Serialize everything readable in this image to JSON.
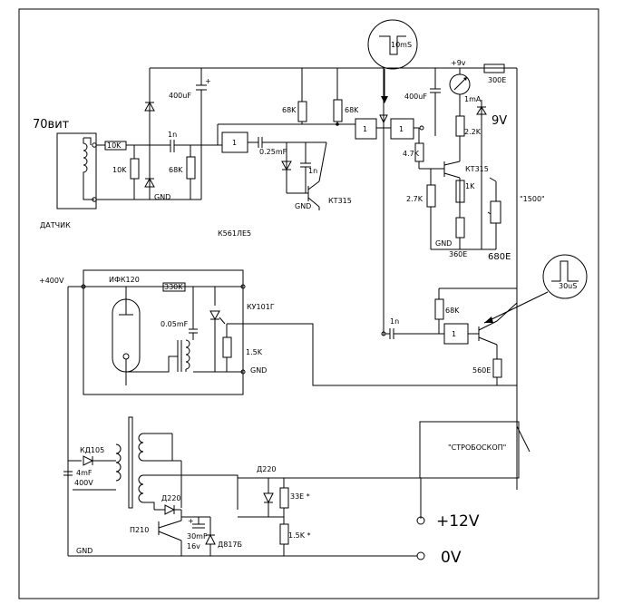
{
  "labels": {
    "sensor_turns": "70вит",
    "sensor": "ДАТЧИК",
    "r_in_series": "10K",
    "r_in_shunt": "10K",
    "c_in": "1n",
    "r_in_bias": "68K",
    "gnd": "GND",
    "c_filter": "400uF",
    "chip": "К561ЛЕ5",
    "inv": "1",
    "r_a": "68K",
    "r_b": "68K",
    "c_a": "0.25mF",
    "c_b": "1n",
    "q1": "КТ315",
    "pulse_10": "10mS",
    "supply_9": "+9v",
    "c_9": "400uF",
    "meter": "1mA",
    "r_300": "300E",
    "v9": "9V",
    "r_22": "2.2K",
    "r_47": "4.7K",
    "q2": "КТ315",
    "r_27": "2.7K",
    "r_1k": "1K",
    "r_360": "360E",
    "r_680": "680E",
    "rpm": "\"1500\"",
    "hv": "+400V",
    "lamp": "ИФК120",
    "r_330": "330K",
    "c_005": "0.05mF",
    "scr": "КУ101Г",
    "r_15": "1.5K",
    "c_1n_b": "1n",
    "r_68_b": "68K",
    "pulse_30": "30uS",
    "r_560": "560E",
    "strobe": "\"СТРОБОСКОП\"",
    "d_kd105": "КД105",
    "c_4mf": "4mF",
    "c_4mf_v": "400V",
    "d_d220": "Д220",
    "d_d220_b": "Д220",
    "r_33": "33E *",
    "r_15b": "1.5K *",
    "q3": "П210",
    "c_30": "30mF",
    "c_30_v": "16v",
    "zener": "Д817Б",
    "v12": "+12V",
    "v0": "0V"
  },
  "icons": {
    "pulse_neg": "negative-pulse-waveform-icon",
    "pulse_pos": "positive-pulse-waveform-icon",
    "meter": "milliammeter-icon"
  }
}
